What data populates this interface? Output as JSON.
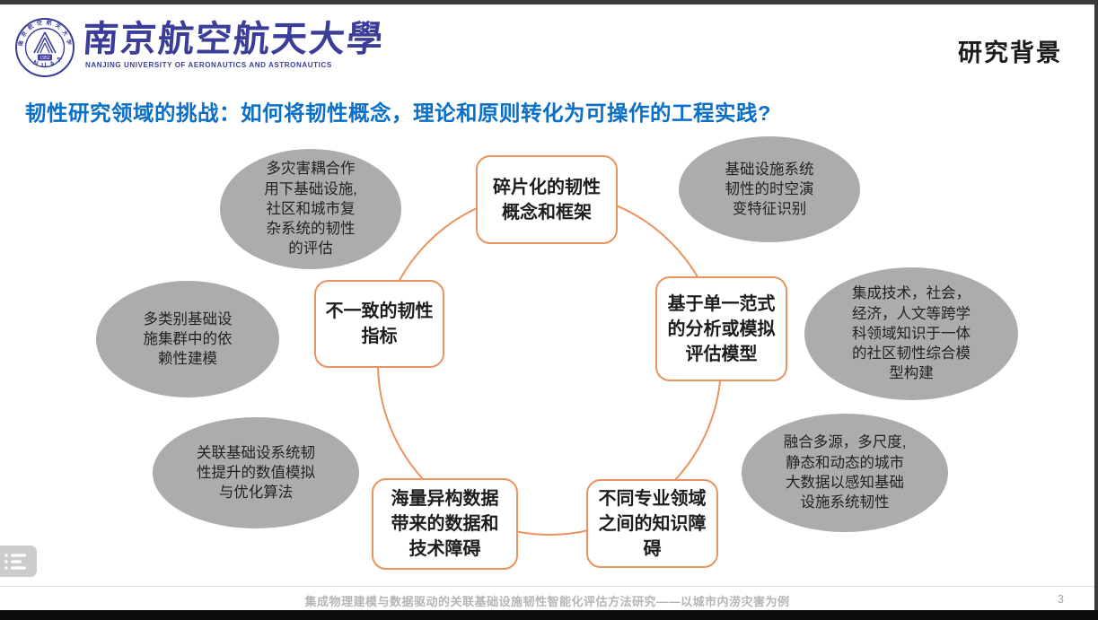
{
  "header": {
    "logo": {
      "seal_acronym": "NUAA",
      "seal_year": "1952",
      "university_name_cn": "南京航空航天大學",
      "university_name_en": "NANJING UNIVERSITY OF AERONAUTICS AND ASTRONAUTICS"
    },
    "section_label": "研究背景"
  },
  "heading": "韧性研究领域的挑战：如何将韧性概念，理论和原则转化为可操作的工程实践?",
  "diagram": {
    "circle_color": "#EA935F",
    "ellipse_fill": "#ACACAC",
    "boxes": [
      {
        "id": "fragmented-resilience-concepts",
        "text": "碎片化的韧性\n概念和框架"
      },
      {
        "id": "inconsistent-resilience-metrics",
        "text": "不一致的韧性\n指标"
      },
      {
        "id": "single-paradigm-evaluation-models",
        "text": "基于单一范式\n的分析或模拟\n评估模型"
      },
      {
        "id": "heterogeneous-data-barriers",
        "text": "海量异构数据\n带来的数据和\n技术障碍"
      },
      {
        "id": "cross-domain-knowledge-barriers",
        "text": "不同专业领域\n之间的知识障\n碍"
      }
    ],
    "ellipses": [
      {
        "id": "multi-hazard-assessment",
        "text": "多灾害耦合作\n用下基础设施,\n社区和城市复\n杂系统的韧性\n的评估"
      },
      {
        "id": "spatiotemporal-evolution",
        "text": "基础设施系统\n韧性的时空演\n变特征识别"
      },
      {
        "id": "dependency-modeling",
        "text": "多类别基础设\n施集群中的依\n赖性建模"
      },
      {
        "id": "interdisciplinary-community-model",
        "text": "集成技术，社会，\n经济，人文等跨学\n科领域知识于一体\n的社区韧性综合模\n型构建"
      },
      {
        "id": "numerical-simulation-optimization",
        "text": "关联基础设系统韧\n性提升的数值模拟\n与优化算法"
      },
      {
        "id": "urban-big-data-sensing",
        "text": "融合多源，多尺度,\n静态和动态的城市\n大数据以感知基础\n设施系统韧性"
      }
    ]
  },
  "footer": {
    "caption": "集成物理建模与数据驱动的关联基础设施韧性智能化评估方法研究——以城市内涝灾害为例",
    "page_number": "3"
  }
}
